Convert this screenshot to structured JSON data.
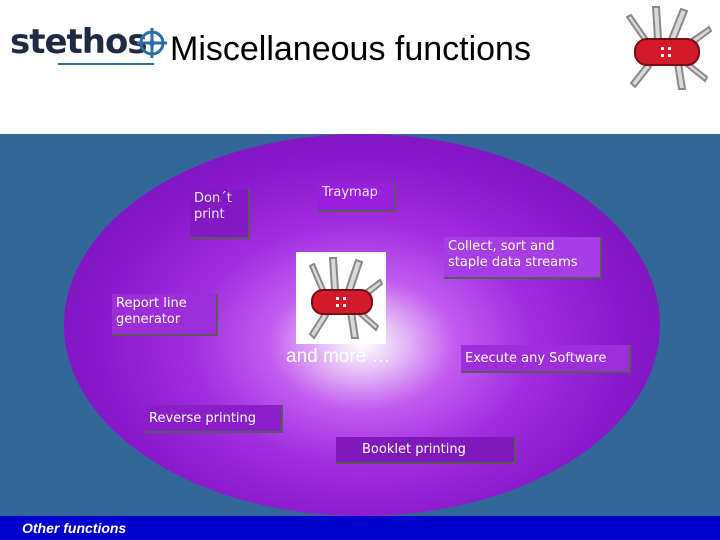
{
  "header": {
    "logo": {
      "text": "stethos",
      "registered_mark": "®"
    },
    "title": "Miscellaneous functions"
  },
  "diagram": {
    "labels": {
      "dont_print": "Don´t print",
      "traymap": "Traymap",
      "collect": "Collect, sort and staple data streams",
      "report_line": "Report line generator",
      "execute": "Execute any Software",
      "reverse": "Reverse printing",
      "booklet": "Booklet printing",
      "and_more": "and more …"
    }
  },
  "footer": {
    "label": "Other functions"
  },
  "colors": {
    "stage_background": "#336699",
    "ellipse_center": "#ffffff",
    "ellipse_edge": "#6b10ad",
    "footer_bar": "#0000cc",
    "knife_red": "#d21a2a"
  },
  "icons": [
    "crosshair-logo-icon",
    "swiss-army-knife-icon"
  ]
}
